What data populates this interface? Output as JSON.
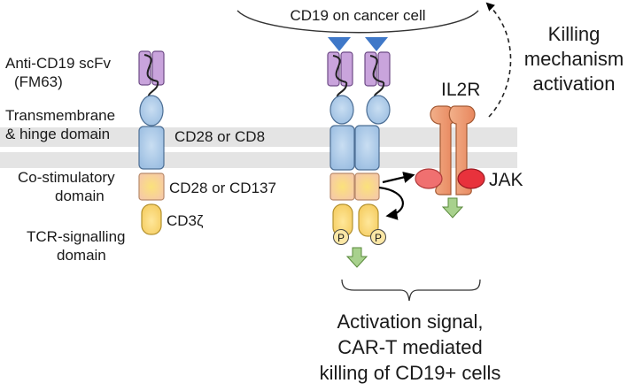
{
  "labels": {
    "antigen": "CD19 on cancer cell",
    "scfv_line1": "Anti-CD19 scFv",
    "scfv_line2": "(FM63)",
    "tm_line1": "Transmembrane",
    "tm_line2": "& hinge domain",
    "tm_option": "CD28 or CD8",
    "costim_line1": "Co-stimulatory",
    "costim_line2": "domain",
    "costim_option": "CD28 or CD137",
    "cd3z": "CD3ζ",
    "tcr_line1": "TCR-signalling",
    "tcr_line2": "domain",
    "il2r": "IL2R",
    "jak": "JAK",
    "phospho": "P",
    "killing_line1": "Killing",
    "killing_line2": "mechanism",
    "killing_line3": "activation",
    "outcome_line1": "Activation signal,",
    "outcome_line2": "CAR-T mediated",
    "outcome_line3": "killing of CD19+ cells"
  },
  "colors": {
    "membrane": "#e4e4e4",
    "scfv": "#c9a4dc",
    "hinge": "#a9c8e6",
    "costim": "#f6c9a8",
    "cd3z": "#f7d77a",
    "antigen": "#3f78c8",
    "il2r": "#f0a57e",
    "jak": "#e8323c",
    "arrow_green": "#a8d18d"
  }
}
